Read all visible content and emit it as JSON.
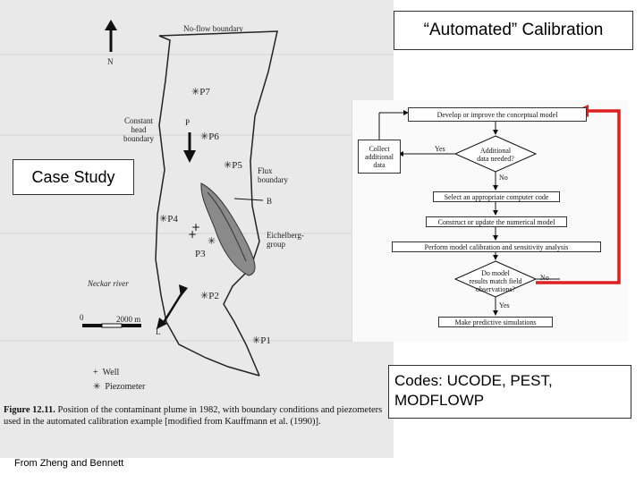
{
  "title": "“Automated” Calibration",
  "case_study": "Case Study",
  "codes": "Codes:  UCODE, PEST, MODFLOWP",
  "credit": "From Zheng and Bennett",
  "map": {
    "north": "N",
    "no_flow": "No-flow boundary",
    "constant_head": [
      "Constant",
      "head",
      "boundary"
    ],
    "flux": [
      "Flux",
      "boundary"
    ],
    "eichelberg": [
      "Eichelberg-",
      "group"
    ],
    "neckar": "Neckar river",
    "scale_zero": "0",
    "scale_len": "2000 m",
    "p": "P",
    "b": "B",
    "l": "L",
    "piezometers": [
      "P7",
      "P6",
      "P5",
      "P4",
      "P3",
      "P2",
      "P1"
    ],
    "legend_well": "Well",
    "legend_piezo": "Piezometer"
  },
  "caption": {
    "figure": "Figure 12.11.",
    "text": "Position of the contaminant plume in 1982, with boundary conditions and piezometers used in the automated calibration example [modified from Kauffmann et al. (1990)]."
  },
  "flowchart": {
    "develop": "Develop or improve the conceptual model",
    "collect": [
      "Collect",
      "additional",
      "data"
    ],
    "additional": [
      "Additional",
      "data needed?"
    ],
    "yes": "Yes",
    "no": "No",
    "select": "Select an appropriate computer code",
    "construct": "Construct or update the numerical model",
    "perform": "Perform model calibration and sensitivity analysis",
    "match": [
      "Do model",
      "results match field",
      "observations?"
    ],
    "predict": "Make predictive simulations"
  },
  "colors": {
    "feedback_arrow": "#e02020",
    "plume": "#888888"
  }
}
